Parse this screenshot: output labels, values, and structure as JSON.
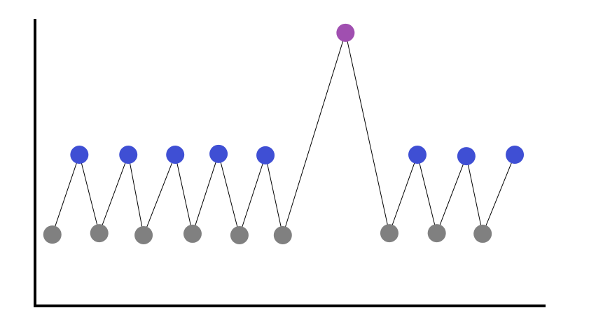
{
  "chart_data": {
    "type": "line",
    "title": "",
    "xlabel": "",
    "ylabel": "",
    "xlim": [
      0,
      100
    ],
    "ylim": [
      0,
      100
    ],
    "grid": false,
    "colors": {
      "low": "#808080",
      "mid": "#3f4fd4",
      "peak": "#a04fb0",
      "line": "#000000",
      "axis": "#000000"
    },
    "points": [
      {
        "x": 3.4,
        "y": 24.9,
        "kind": "low"
      },
      {
        "x": 8.7,
        "y": 52.8,
        "kind": "mid"
      },
      {
        "x": 12.6,
        "y": 25.4,
        "kind": "low"
      },
      {
        "x": 18.3,
        "y": 52.8,
        "kind": "mid"
      },
      {
        "x": 21.3,
        "y": 24.7,
        "kind": "low"
      },
      {
        "x": 27.5,
        "y": 52.8,
        "kind": "mid"
      },
      {
        "x": 30.9,
        "y": 25.2,
        "kind": "low"
      },
      {
        "x": 36.0,
        "y": 53.1,
        "kind": "mid"
      },
      {
        "x": 40.1,
        "y": 24.7,
        "kind": "low"
      },
      {
        "x": 45.2,
        "y": 52.6,
        "kind": "mid"
      },
      {
        "x": 48.6,
        "y": 24.7,
        "kind": "low"
      },
      {
        "x": 60.9,
        "y": 95.4,
        "kind": "peak"
      },
      {
        "x": 69.5,
        "y": 25.4,
        "kind": "low"
      },
      {
        "x": 75.0,
        "y": 52.8,
        "kind": "mid"
      },
      {
        "x": 78.8,
        "y": 25.4,
        "kind": "low"
      },
      {
        "x": 84.6,
        "y": 52.3,
        "kind": "mid"
      },
      {
        "x": 87.8,
        "y": 25.2,
        "kind": "low"
      },
      {
        "x": 94.1,
        "y": 52.8,
        "kind": "mid"
      }
    ]
  }
}
